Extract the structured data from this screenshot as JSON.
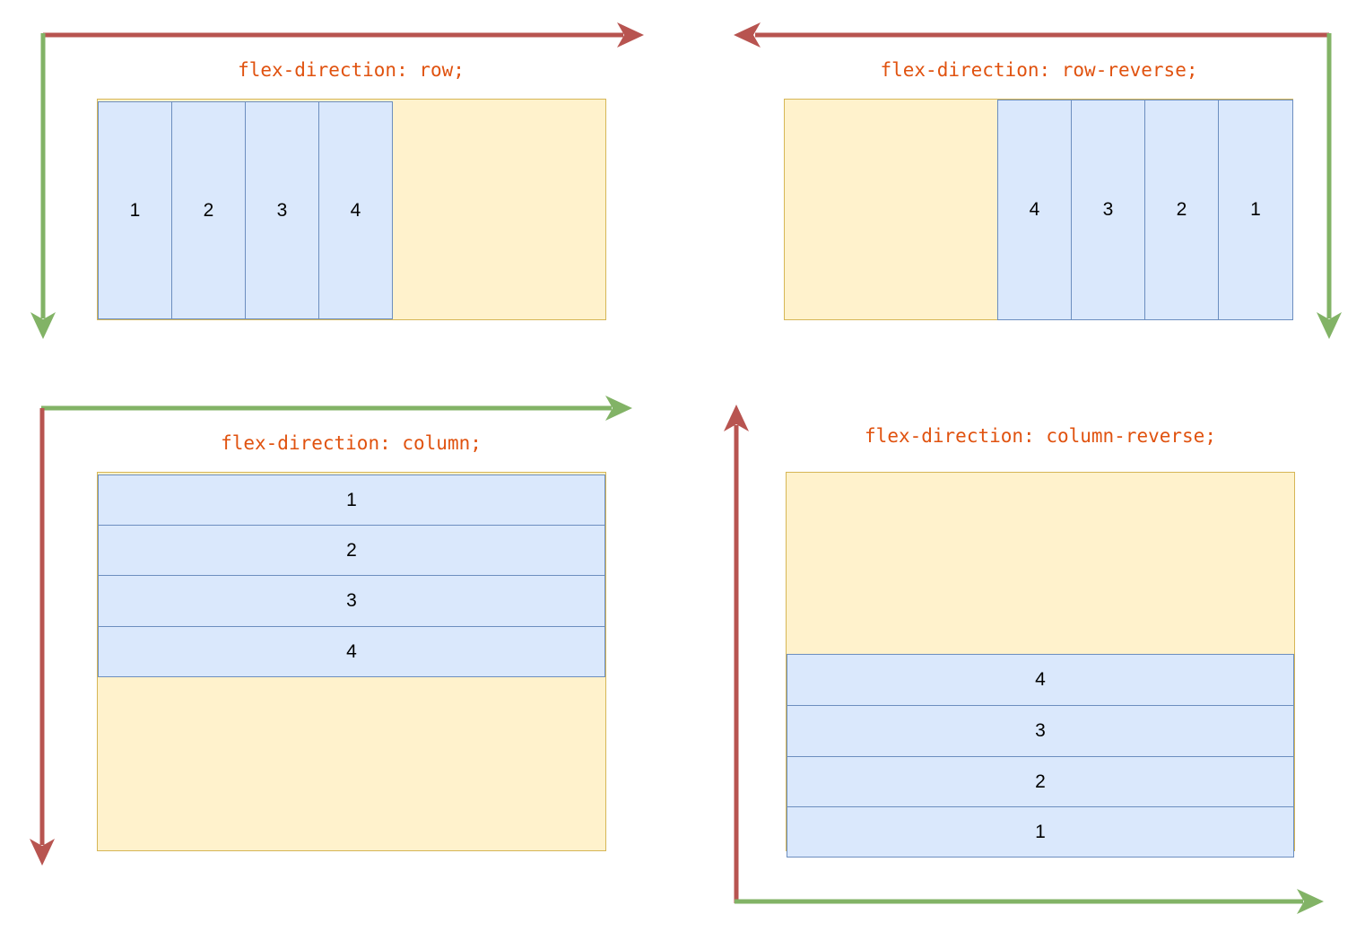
{
  "colors": {
    "main_axis_arrow": "#b85450",
    "cross_axis_arrow": "#82b366",
    "container_fill": "#fff2cc",
    "container_border": "#d6b656",
    "item_fill": "#dae8fc",
    "item_border": "#6c8ebf",
    "title_text": "#e0520f"
  },
  "panels": [
    {
      "title": "flex-direction: row;",
      "items": [
        "1",
        "2",
        "3",
        "4"
      ]
    },
    {
      "title": "flex-direction: row-reverse;",
      "items": [
        "4",
        "3",
        "2",
        "1"
      ]
    },
    {
      "title": "flex-direction: column;",
      "items": [
        "1",
        "2",
        "3",
        "4"
      ]
    },
    {
      "title": "flex-direction: column-reverse;",
      "items": [
        "4",
        "3",
        "2",
        "1"
      ]
    }
  ]
}
